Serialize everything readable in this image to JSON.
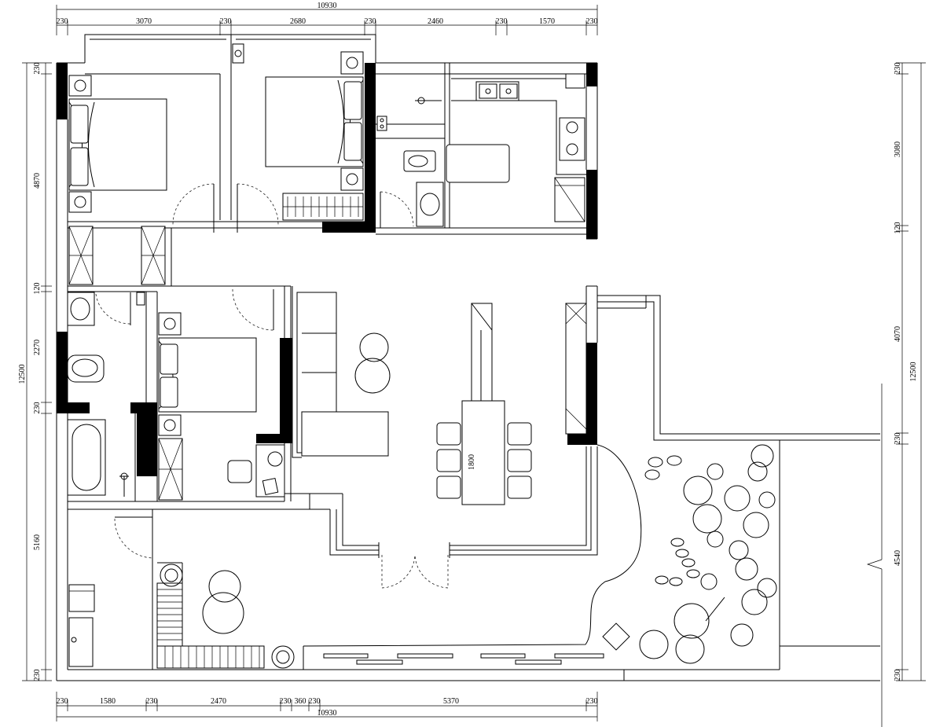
{
  "title": "",
  "top_dims": {
    "total": "10930",
    "segments": [
      "230",
      "3070",
      "230",
      "2680",
      "230",
      "2460",
      "230",
      "1570",
      "230"
    ]
  },
  "bottom_dims": {
    "total": "10930",
    "segments": [
      "230",
      "1580",
      "230",
      "2470",
      "230",
      "360",
      "230",
      "5370",
      "230"
    ]
  },
  "left_dims": {
    "total": "12500",
    "segments": [
      "230",
      "4870",
      "120",
      "2270",
      "230",
      "5160",
      "230"
    ]
  },
  "right_dims": {
    "total": "12500",
    "segments": [
      "230",
      "3080",
      "120",
      "4070",
      "230",
      "4540",
      "230"
    ]
  },
  "table_label": "1800"
}
